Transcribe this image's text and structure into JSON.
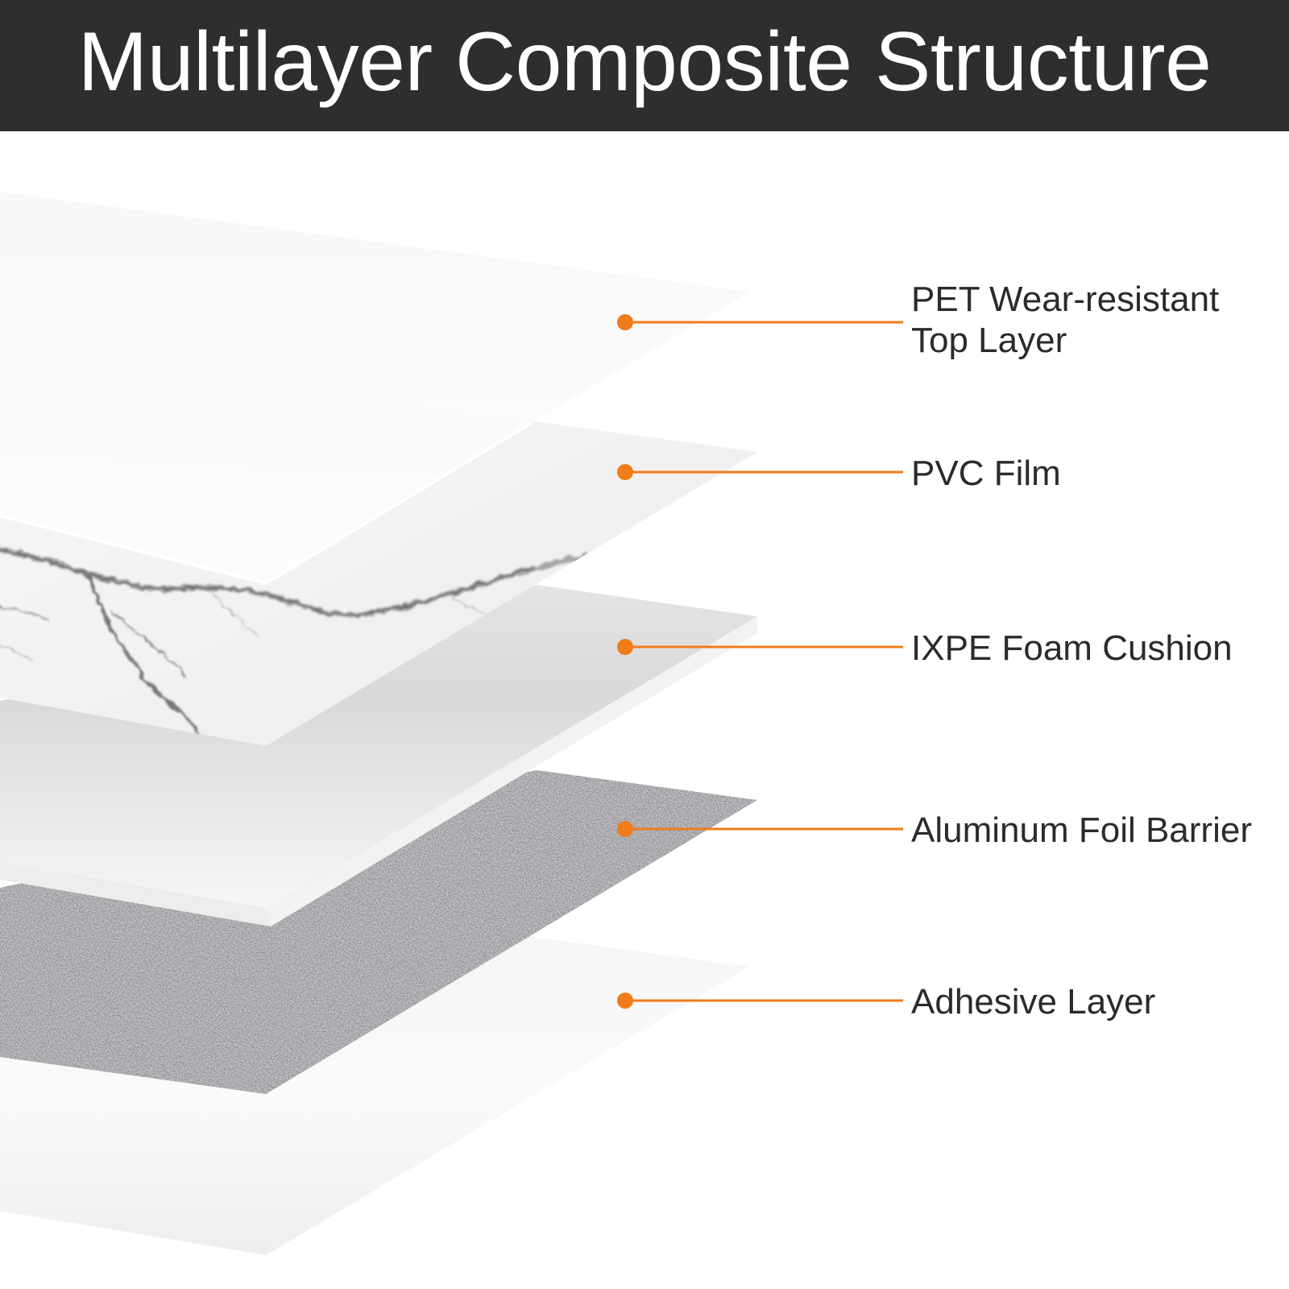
{
  "header": {
    "title": "Multilayer Composite Structure",
    "background": "#2e2e2e",
    "text_color": "#ffffff"
  },
  "accent_color": "#f07c1a",
  "layers": [
    {
      "id": "pet",
      "label_lines": [
        "PET Wear-resistant",
        "Top Layer"
      ],
      "material": "clear-film"
    },
    {
      "id": "pvc",
      "label_lines": [
        "PVC Film"
      ],
      "material": "marble-print"
    },
    {
      "id": "ixpe",
      "label_lines": [
        "IXPE Foam Cushion"
      ],
      "material": "white-foam"
    },
    {
      "id": "foil",
      "label_lines": [
        "Aluminum Foil Barrier"
      ],
      "material": "aluminum-foil"
    },
    {
      "id": "adhesive",
      "label_lines": [
        "Adhesive Layer"
      ],
      "material": "adhesive"
    }
  ]
}
